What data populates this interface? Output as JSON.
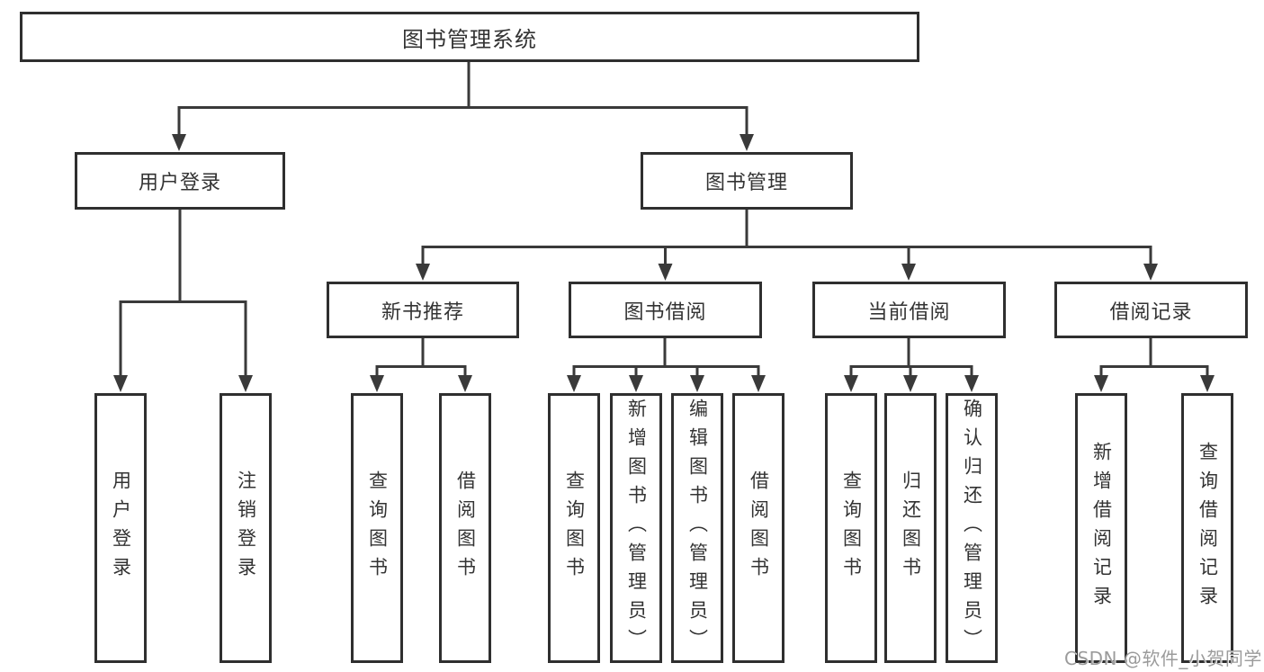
{
  "diagram": {
    "root": {
      "label": "图书管理系统"
    },
    "level1": [
      {
        "label": "用户登录"
      },
      {
        "label": "图书管理"
      }
    ],
    "level2": [
      {
        "label": "新书推荐"
      },
      {
        "label": "图书借阅"
      },
      {
        "label": "当前借阅"
      },
      {
        "label": "借阅记录"
      }
    ],
    "leaves": {
      "user_login": [
        "用户登录",
        "注销登录"
      ],
      "new_book_recommend": [
        "查询图书",
        "借阅图书"
      ],
      "book_borrow": [
        "查询图书",
        "新增图书（管理员）",
        "编辑图书（管理员）",
        "借阅图书"
      ],
      "current_borrow": [
        "查询图书",
        "归还图书",
        "确认归还（管理员）"
      ],
      "borrow_record": [
        "新增借阅记录",
        "查询借阅记录"
      ]
    }
  },
  "watermark": {
    "text": "CSDN @软件_小贺同学"
  },
  "colors": {
    "line": "#3a3a3a",
    "border": "#2f2f2f",
    "text": "#333333",
    "watermark": "#9b9b9b",
    "background": "#ffffff"
  }
}
